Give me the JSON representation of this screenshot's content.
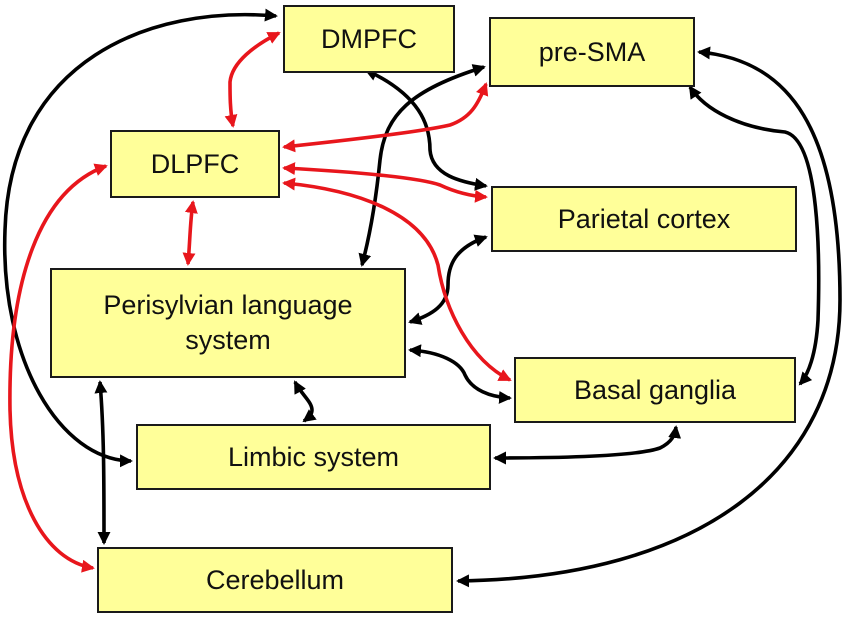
{
  "colors": {
    "node_fill": "#ffff99",
    "node_border": "#1a1a1a",
    "black_connection": "#000000",
    "red_connection": "#e8161c",
    "background": "#ffffff"
  },
  "nodes": {
    "dmpfc": "DMPFC",
    "pre_sma": "pre-SMA",
    "dlpfc": "DLPFC",
    "parietal": "Parietal cortex",
    "perisylvian_line1": "Perisylvian language",
    "perisylvian_line2": "system",
    "basal_ganglia": "Basal ganglia",
    "limbic": "Limbic system",
    "cerebellum": "Cerebellum"
  },
  "connections": [
    {
      "from": "DLPFC",
      "to": "DMPFC",
      "color": "red",
      "bidirectional": true
    },
    {
      "from": "DLPFC",
      "to": "pre-SMA",
      "color": "red",
      "bidirectional": true
    },
    {
      "from": "DLPFC",
      "to": "Parietal cortex",
      "color": "red",
      "bidirectional": true
    },
    {
      "from": "DLPFC",
      "to": "Basal ganglia",
      "color": "red",
      "bidirectional": true
    },
    {
      "from": "DLPFC",
      "to": "Perisylvian language system",
      "color": "red",
      "bidirectional": true
    },
    {
      "from": "DLPFC",
      "to": "Cerebellum",
      "color": "red",
      "bidirectional": true
    },
    {
      "from": "DMPFC",
      "to": "Limbic system",
      "color": "black",
      "bidirectional": true
    },
    {
      "from": "DMPFC",
      "to": "Parietal cortex",
      "color": "black",
      "bidirectional": true
    },
    {
      "from": "pre-SMA",
      "to": "Perisylvian language system",
      "color": "black",
      "bidirectional": true
    },
    {
      "from": "pre-SMA",
      "to": "Basal ganglia",
      "color": "black",
      "bidirectional": true
    },
    {
      "from": "pre-SMA",
      "to": "Cerebellum",
      "color": "black",
      "bidirectional": true
    },
    {
      "from": "Parietal cortex",
      "to": "Perisylvian language system",
      "color": "black",
      "bidirectional": true
    },
    {
      "from": "Perisylvian language system",
      "to": "Basal ganglia",
      "color": "black",
      "bidirectional": true
    },
    {
      "from": "Perisylvian language system",
      "to": "Limbic system",
      "color": "black",
      "bidirectional": true
    },
    {
      "from": "Perisylvian language system",
      "to": "Cerebellum",
      "color": "black",
      "bidirectional": true
    },
    {
      "from": "Limbic system",
      "to": "Basal ganglia",
      "color": "black",
      "bidirectional": true
    }
  ]
}
